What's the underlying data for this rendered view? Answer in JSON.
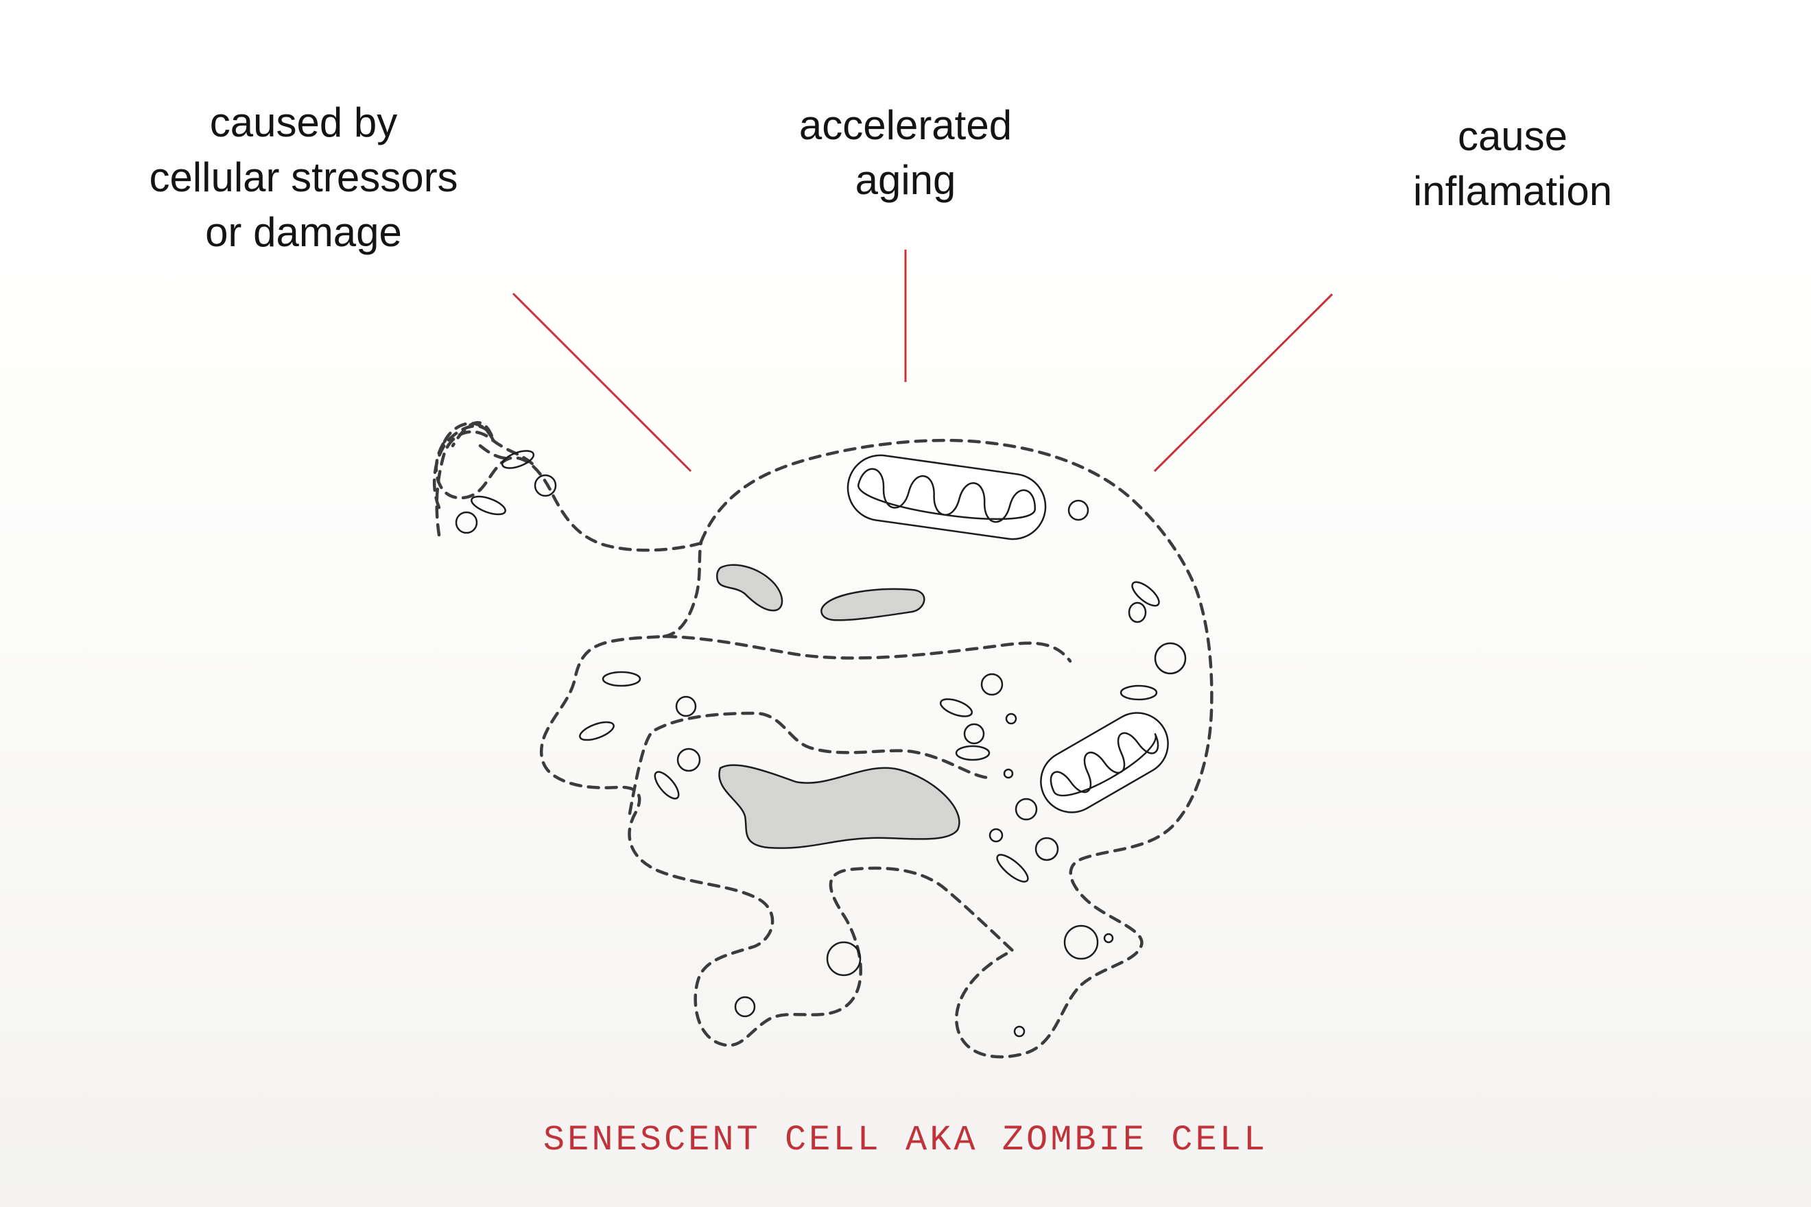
{
  "labels": {
    "left": [
      "caused by",
      "cellular stressors",
      "or damage"
    ],
    "center": [
      "accelerated",
      "aging"
    ],
    "right": [
      "cause",
      "inflamation"
    ]
  },
  "caption": "SENESCENT CELL AKA ZOMBIE CELL",
  "colors": {
    "pointer_line": "#c8323a",
    "caption": "#c0333a",
    "outline": "#3c3c3c",
    "organelle_fill": "#d4d4d2",
    "text": "#141414"
  }
}
